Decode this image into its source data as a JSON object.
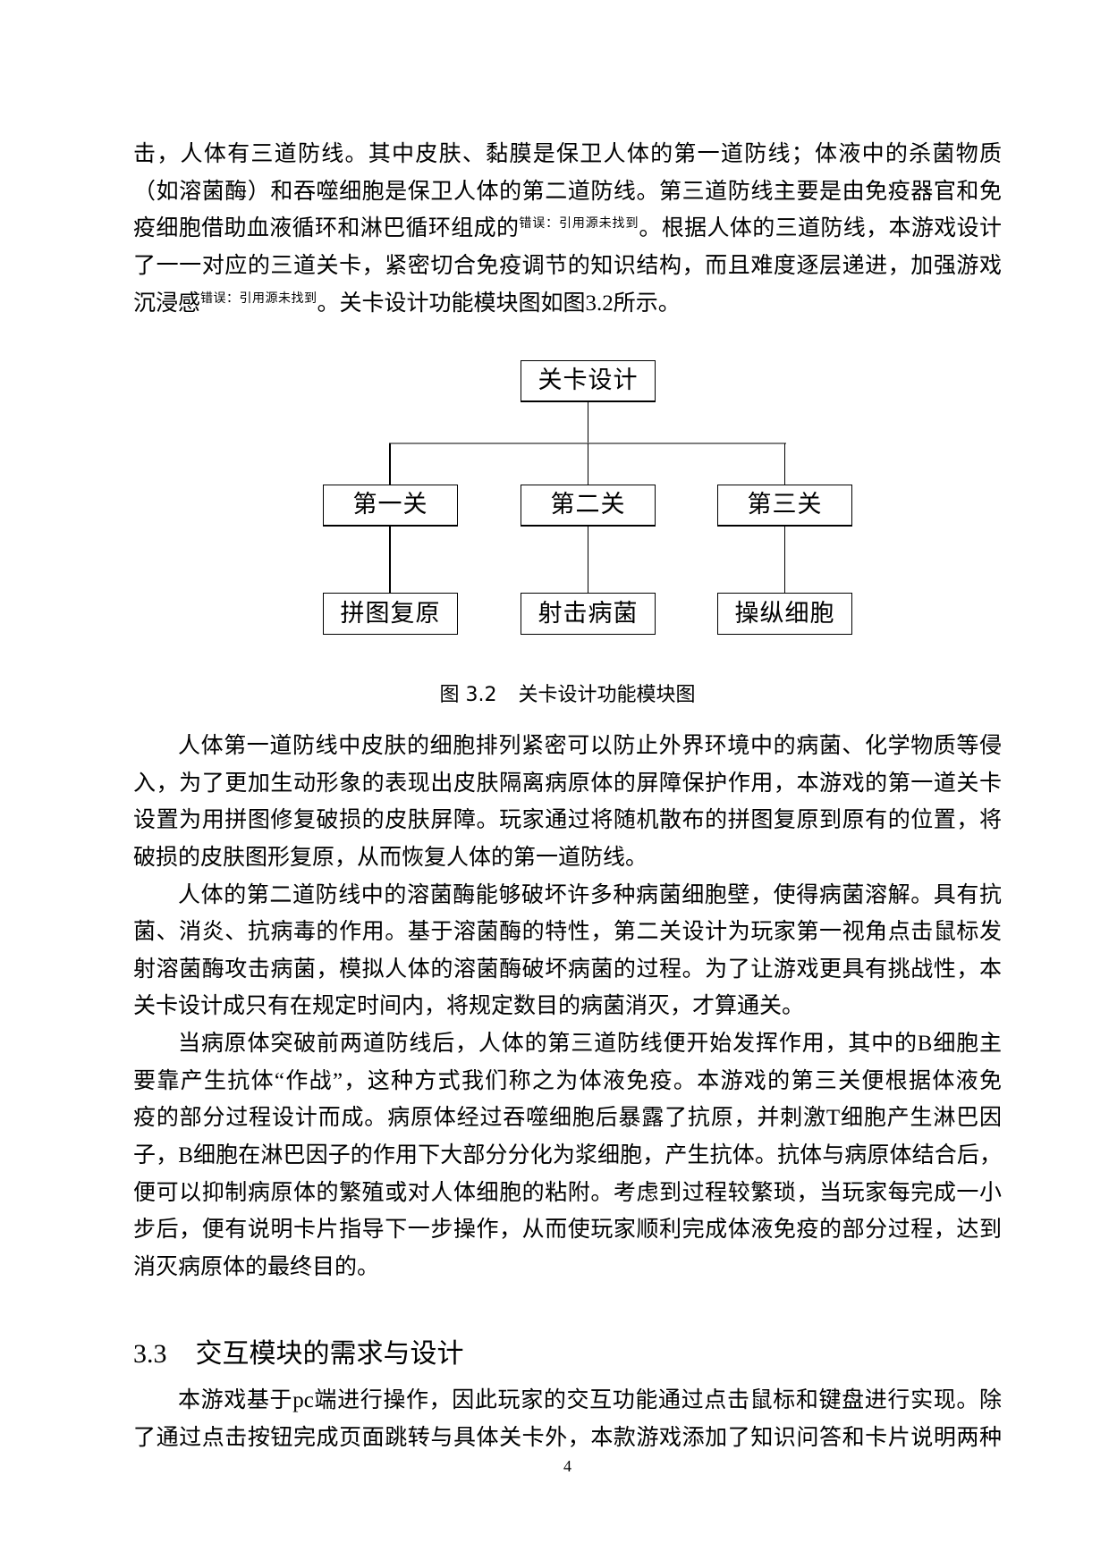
{
  "body": {
    "paragraphs": [
      {
        "lines": [
          {
            "text": "击，人体有三道防线。其中皮肤、黏膜是保卫人体的第一道防线；体液中的杀菌物质"
          },
          {
            "text": "（如溶菌酶）和吞噬细胞是保卫人体的第二道防线。第三道防线主要是由免疫器官和免"
          },
          {
            "text": "疫细胞借助血液循环和淋巴循环组成的",
            "ref": "错误：引用源未找到",
            "after": "。根据人体的三道防线，本游戏设计"
          },
          {
            "text": "了一一对应的三道关卡，紧密切合免疫调节的知识结构，而且难度逐层递进，加强游戏"
          },
          {
            "text": "沉浸感",
            "ref": "错误：引用源未找到",
            "after": "。关卡设计功能模块图如图3.2所示。"
          }
        ]
      },
      {
        "lines": [
          {
            "text": "人体第一道防线中皮肤的细胞排列紧密可以防止外界环境中的病菌、化学物质等侵"
          },
          {
            "text": "入，为了更加生动形象的表现出皮肤隔离病原体的屏障保护作用，本游戏的第一道关卡"
          },
          {
            "text": "设置为用拼图修复破损的皮肤屏障。玩家通过将随机散布的拼图复原到原有的位置，将"
          },
          {
            "text": "破损的皮肤图形复原，从而恢复人体的第一道防线。"
          }
        ]
      },
      {
        "lines": [
          {
            "text": "人体的第二道防线中的溶菌酶能够破坏许多种病菌细胞壁，使得病菌溶解。具有抗"
          },
          {
            "text": "菌、消炎、抗病毒的作用。基于溶菌酶的特性，第二关设计为玩家第一视角点击鼠标发"
          },
          {
            "text": "射溶菌酶攻击病菌，模拟人体的溶菌酶破坏病菌的过程。为了让游戏更具有挑战性，本"
          },
          {
            "text": "关卡设计成只有在规定时间内，将规定数目的病菌消灭，才算通关。"
          }
        ]
      },
      {
        "lines": [
          {
            "text": "当病原体突破前两道防线后，人体的第三道防线便开始发挥作用，其中的B细胞主"
          },
          {
            "text": "要靠产生抗体“作战”，这种方式我们称之为体液免疫。本游戏的第三关便根据体液免"
          },
          {
            "text": "疫的部分过程设计而成。病原体经过吞噬细胞后暴露了抗原，并刺激T细胞产生淋巴因"
          },
          {
            "text": "子，B细胞在淋巴因子的作用下大部分分化为浆细胞，产生抗体。抗体与病原体结合后，"
          },
          {
            "text": "便可以抑制病原体的繁殖或对人体细胞的粘附。考虑到过程较繁琐，当玩家每完成一小"
          },
          {
            "text": "步后，便有说明卡片指导下一步操作，从而使玩家顺利完成体液免疫的部分过程，达到"
          },
          {
            "text": "消灭病原体的最终目的。"
          }
        ]
      },
      {
        "lines": [
          {
            "text": "本游戏基于pc端进行操作，因此玩家的交互功能通过点击鼠标和键盘进行实现。除"
          },
          {
            "text": "了通过点击按钮完成页面跳转与具体关卡外，本款游戏添加了知识问答和卡片说明两种"
          }
        ]
      }
    ]
  },
  "figure": {
    "root": "关卡设计",
    "branches": [
      {
        "label": "第一关",
        "child": "拼图复原"
      },
      {
        "label": "第二关",
        "child": "射击病菌"
      },
      {
        "label": "第三关",
        "child": "操纵细胞"
      }
    ],
    "caption": {
      "number": "图 3.2",
      "title": "关卡设计功能模块图"
    },
    "colors": {
      "box_border": "#000000",
      "connector": "#000000",
      "horizontal_bus": "#7f7f7f"
    }
  },
  "section_heading": {
    "number": "3.3",
    "title": "交互模块的需求与设计"
  },
  "page_number": "4"
}
